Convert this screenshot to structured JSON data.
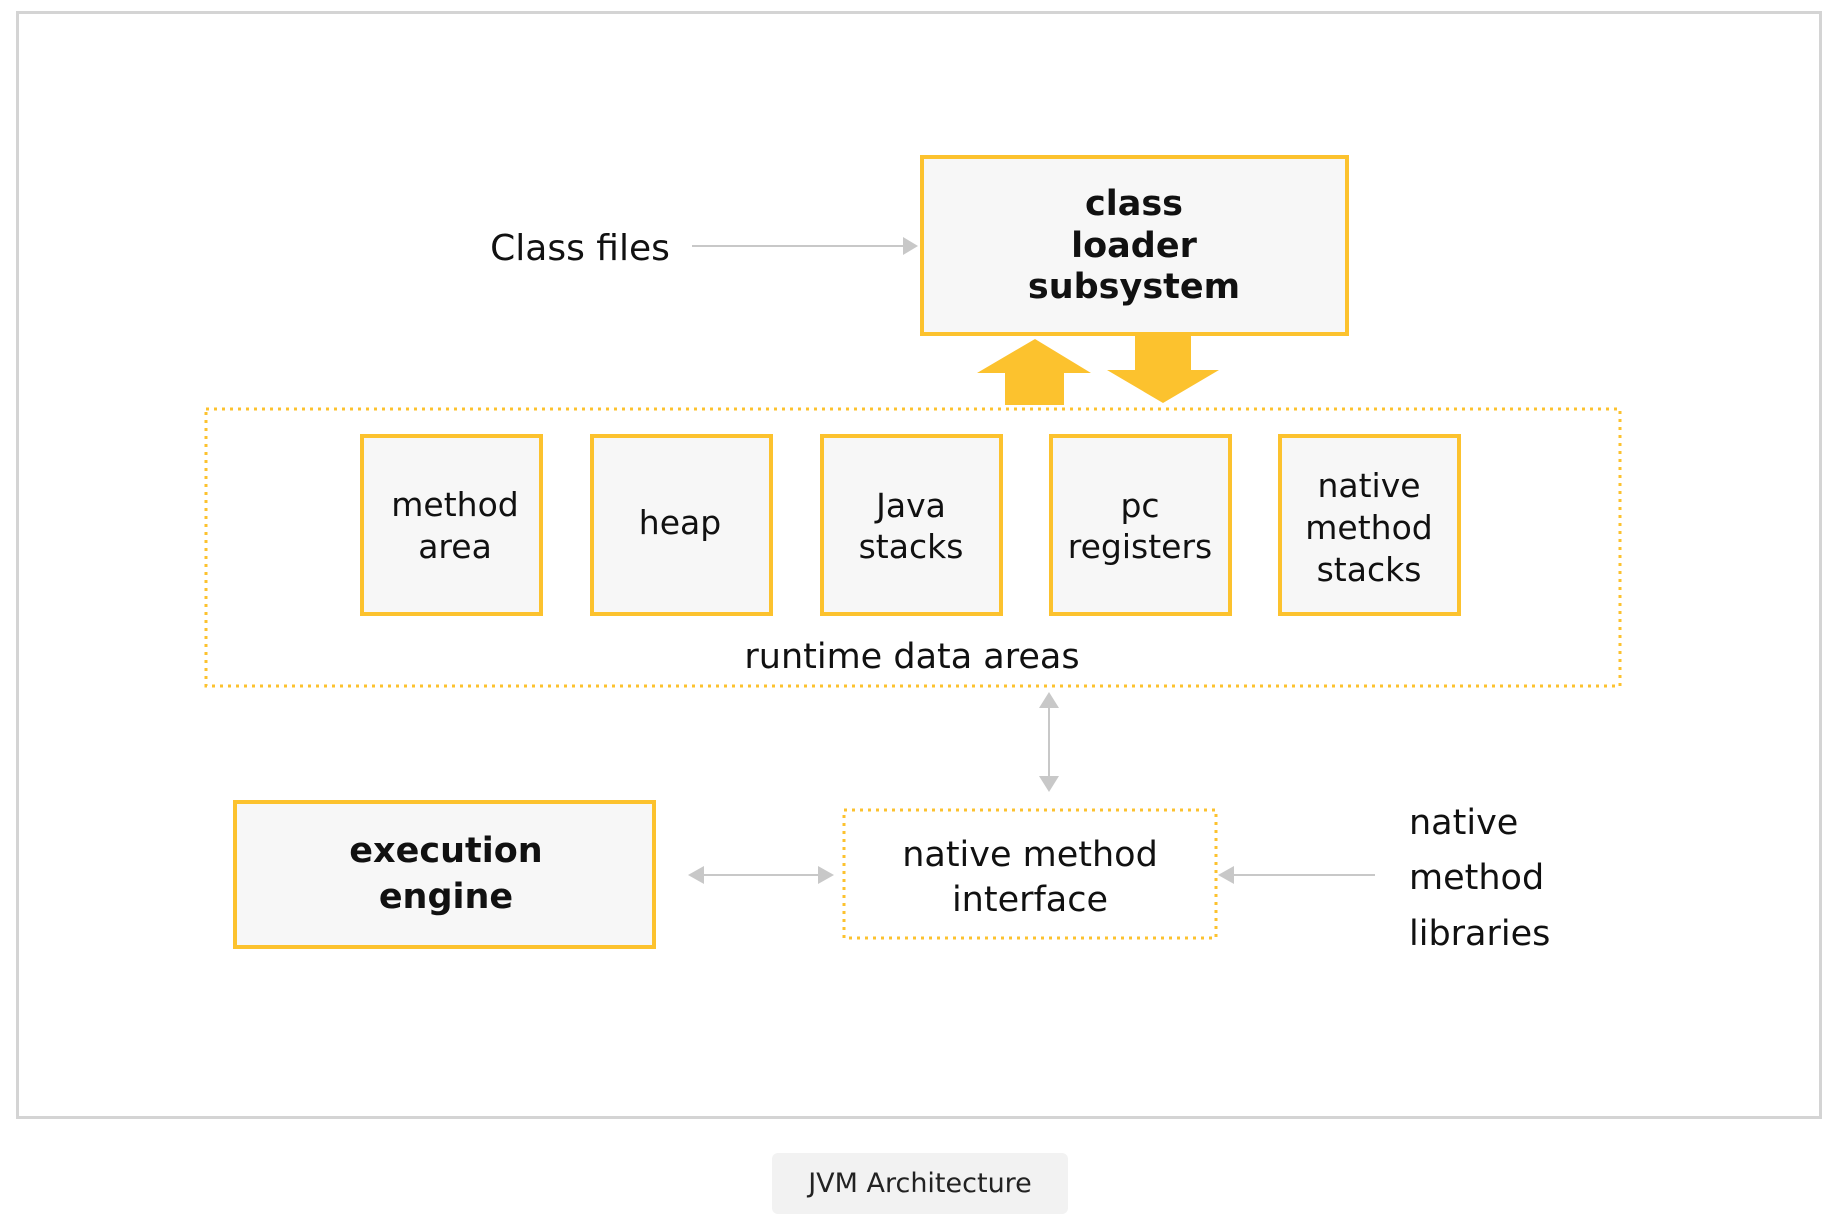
{
  "diagram": {
    "class_files_label": "Class files",
    "class_loader": {
      "lines": [
        "class",
        "loader",
        "subsystem"
      ]
    },
    "runtime_data_areas": {
      "label": "runtime data areas",
      "boxes": [
        {
          "lines": [
            "method",
            "area"
          ]
        },
        {
          "lines": [
            "heap"
          ]
        },
        {
          "lines": [
            "Java",
            "stacks"
          ]
        },
        {
          "lines": [
            "pc",
            "registers"
          ]
        },
        {
          "lines": [
            "native",
            "method",
            "stacks"
          ]
        }
      ]
    },
    "execution_engine": {
      "lines": [
        "execution",
        "engine"
      ]
    },
    "native_method_interface": {
      "lines": [
        "native method",
        "interface"
      ]
    },
    "native_method_libraries": {
      "lines": [
        "native",
        "method",
        "libraries"
      ]
    }
  },
  "caption": "JVM Architecture",
  "colors": {
    "accent": "#fcc22e",
    "box_fill": "#f7f7f7",
    "connector": "#c8c8c8",
    "frame": "#d4d4d4"
  }
}
